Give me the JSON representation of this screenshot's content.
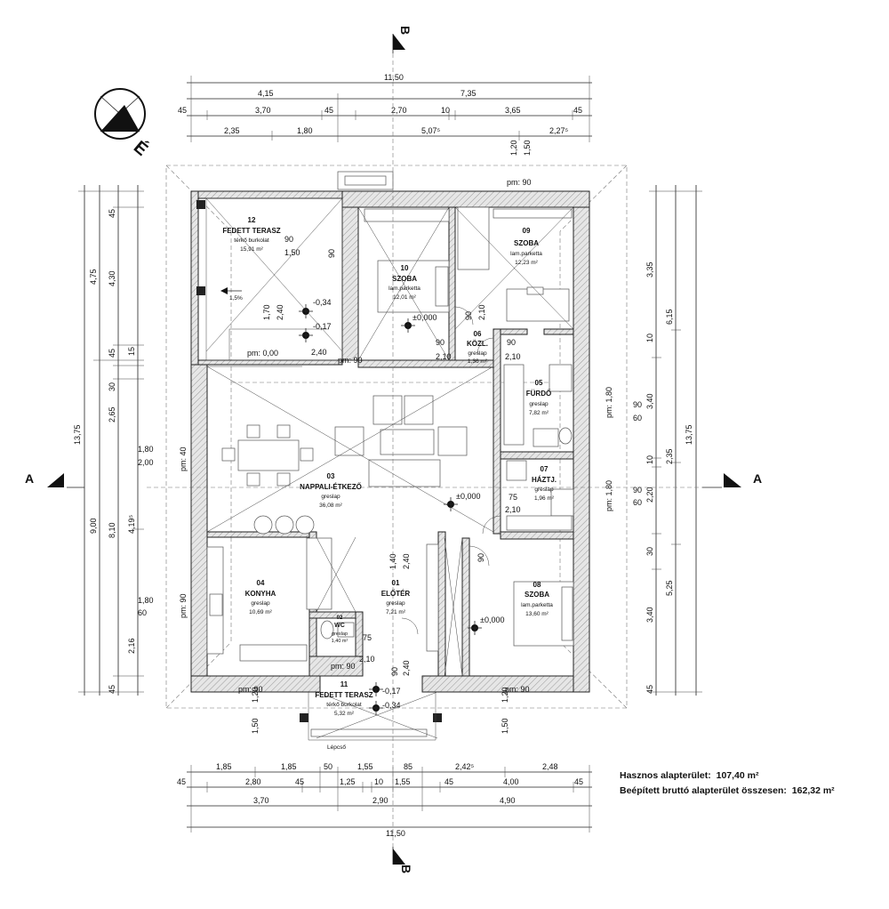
{
  "section_markers": {
    "a": "A",
    "b": "B"
  },
  "top_dims": {
    "overall": "11,50",
    "row1": [
      "4,15",
      "7,35"
    ],
    "row2": [
      "45",
      "3,70",
      "45",
      "2,70",
      "10",
      "3,65",
      "45"
    ],
    "row3": [
      "2,35",
      "1,80",
      "5,07⁵",
      "2,27⁵"
    ]
  },
  "bottom_dims": {
    "row1": [
      "1,85",
      "1,85",
      "50",
      "1,55",
      "85",
      "2,42⁵",
      "2,48"
    ],
    "row2": [
      "45",
      "2,80",
      "45",
      "1,25",
      "10",
      "1,55",
      "45",
      "4,00",
      "45"
    ],
    "row3": [
      "3,70",
      "2,90",
      "4,90"
    ],
    "overall": "11,50"
  },
  "left_dims": {
    "overall": "13,75",
    "outer": [
      "4,75",
      "9,00"
    ],
    "mid": [
      "45",
      "4,30",
      "45",
      "30",
      "2,65",
      "8,10",
      "45"
    ],
    "inner": [
      "15",
      "4,19⁵",
      "2,16"
    ]
  },
  "right_dims": {
    "overall": "13,75",
    "outer": [
      "6,15",
      "2,35",
      "5,25"
    ],
    "inner": [
      "3,35",
      "10",
      "3,40",
      "10",
      "2,20",
      "30",
      "3,40",
      "45"
    ]
  },
  "rooms": [
    {
      "num": "12",
      "name": "FEDETT TERASZ",
      "floor": "térkő burkolat",
      "area": "15,91 m²"
    },
    {
      "num": "10",
      "name": "SZOBA",
      "floor": "lam.parketta",
      "area": "12,01 m²"
    },
    {
      "num": "09",
      "name": "SZOBA",
      "floor": "lam.parketta",
      "area": "12,23 m²"
    },
    {
      "num": "06",
      "name": "KÖZL.",
      "floor": "greslap",
      "area": "1,36 m²"
    },
    {
      "num": "05",
      "name": "FÜRDŐ",
      "floor": "greslap",
      "area": "7,82 m²"
    },
    {
      "num": "07",
      "name": "HÁZTJ.",
      "floor": "greslap",
      "area": "1,96 m²"
    },
    {
      "num": "03",
      "name": "NAPPALI-ÉTKEZŐ",
      "floor": "greslap",
      "area": "36,08 m²"
    },
    {
      "num": "04",
      "name": "KONYHA",
      "floor": "greslap",
      "area": "10,69 m²"
    },
    {
      "num": "01",
      "name": "ELŐTÉR",
      "floor": "greslap",
      "area": "7,21 m²"
    },
    {
      "num": "02",
      "name": "WC",
      "floor": "greslap",
      "area": "1,40 m²"
    },
    {
      "num": "08",
      "name": "SZOBA",
      "floor": "lam.parketta",
      "area": "13,60 m²"
    },
    {
      "num": "11",
      "name": "FEDETT TERASZ",
      "floor": "térkő burkolat",
      "area": "5,32 m²"
    }
  ],
  "levels": [
    "-0,34",
    "-0,17",
    "±0,000",
    "±0,000",
    "±0,000",
    "-0,17",
    "-0,34",
    "pm: 0,00"
  ],
  "openings": [
    "pm: 90",
    "pm: 90",
    "pm: 90",
    "pm: 40",
    "pm: 90",
    "pm: 90",
    "pm: 90",
    "pm: 1,80",
    "pm: 1,80"
  ],
  "misc": {
    "north": "É",
    "slope": "1,5%",
    "steps": "Lépcső",
    "d90": "90",
    "d150": "1,50",
    "d240": "2,40",
    "d210": "2,10",
    "d180": "1,80",
    "d200": "2,00",
    "d60": "60",
    "d75": "75",
    "d120": "1,20",
    "d140": "1,40",
    "d170": "1,70"
  },
  "summary": {
    "useful_label": "Hasznos alapterület:",
    "useful_value": "107,40 m²",
    "gross_label": "Beépített bruttó alapterület összesen:",
    "gross_value": "162,32 m²"
  }
}
